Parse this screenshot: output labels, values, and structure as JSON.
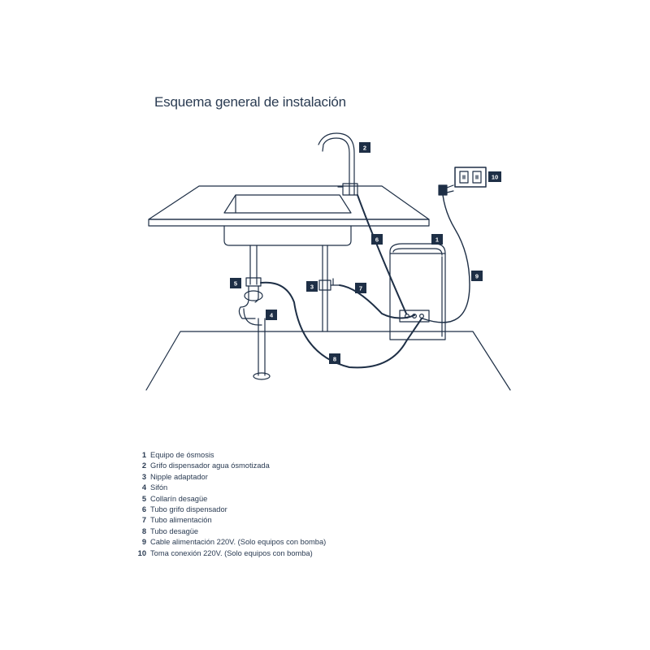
{
  "title": "Esquema general de instalación",
  "legend": [
    {
      "num": "1",
      "label": "Equipo de ósmosis"
    },
    {
      "num": "2",
      "label": "Grifo dispensador agua ósmotizada"
    },
    {
      "num": "3",
      "label": "Nipple adaptador"
    },
    {
      "num": "4",
      "label": "Sifón"
    },
    {
      "num": "5",
      "label": "Collarín desagüe"
    },
    {
      "num": "6",
      "label": "Tubo grifo dispensador"
    },
    {
      "num": "7",
      "label": "Tubo alimentación"
    },
    {
      "num": "8",
      "label": "Tubo desagüe"
    },
    {
      "num": "9",
      "label": "Cable alimentación 220V. (Solo equipos con bomba)"
    },
    {
      "num": "10",
      "label": "Toma conexión 220V. (Solo equipos con bomba)"
    }
  ],
  "callouts": [
    "1",
    "2",
    "3",
    "4",
    "5",
    "6",
    "7",
    "8",
    "9",
    "10"
  ],
  "colors": {
    "line": "#1e2f46",
    "text": "#2a3b52"
  }
}
